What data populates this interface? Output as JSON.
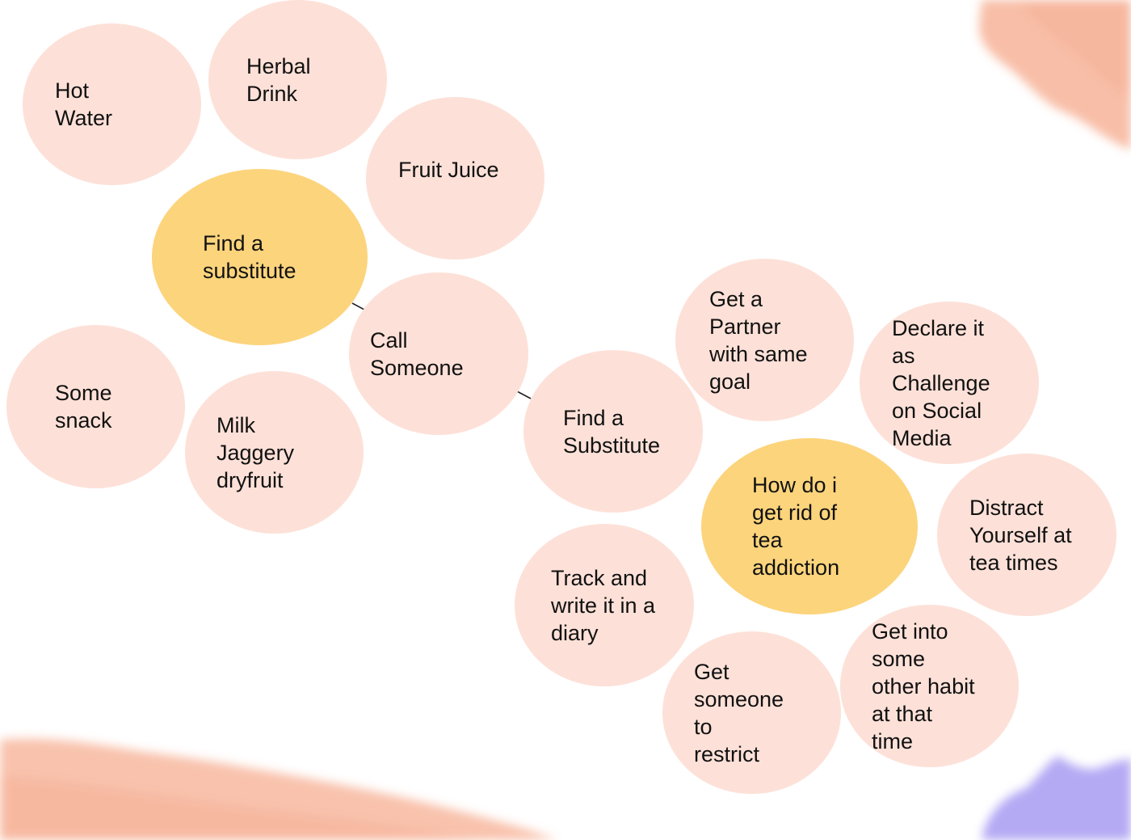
{
  "diagram": {
    "colors": {
      "sub_bubble": "#fde1d8",
      "main_bubble": "#fcd47c",
      "text": "#111111",
      "connector": "#222222",
      "decor_peach": "#f6a98a",
      "decor_blue": "#9b8df0"
    },
    "bubbles": {
      "hot_water": "Hot\nWater",
      "herbal_drink": "Herbal\nDrink",
      "fruit_juice": "Fruit Juice",
      "find_substitute_main": "Find a\nsubstitute",
      "call_someone": "Call\nSomeone",
      "some_snack": "Some\nsnack",
      "milk_jaggery": "Milk\nJaggery\ndryfruit",
      "get_partner": "Get a\nPartner\nwith same\ngoal",
      "declare_challenge": "Declare it\nas\nChallenge\non Social\nMedia",
      "find_substitute": "Find a\nSubstitute",
      "tea_addiction": "How do i\nget rid of\ntea\naddiction",
      "distract_yourself": "Distract\nYourself at\ntea times",
      "track_diary": "Track and\nwrite it in a\ndiary",
      "get_someone": "Get\nsomeone\nto\nrestrict",
      "other_habit": "Get into\nsome\nother habit\nat that\ntime"
    }
  }
}
